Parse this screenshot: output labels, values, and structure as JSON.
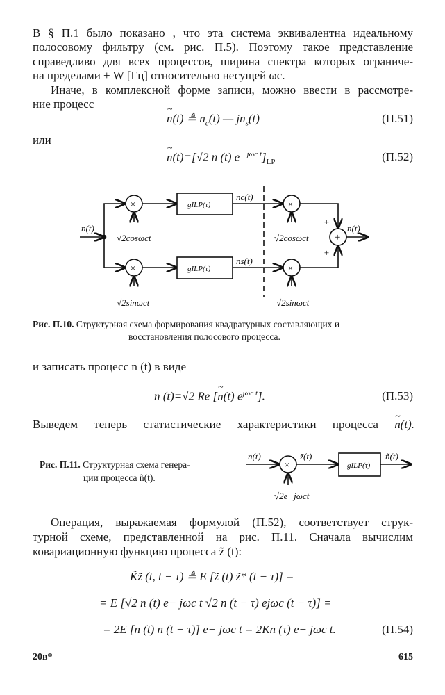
{
  "paragraph1": [
    "В § П.1 было показано , что эта система эквивалентна идеальному",
    "полосовому фильтру (см. рис. П.5). Поэтому такое представление",
    "справедливо для всех процессов, ширина спектра которых ограниче-",
    "на пределами ± W [Гц] относительно несущей ωc."
  ],
  "paragraph2": [
    "Иначе, в комплексной форме записи, можно ввести в рассмотре-",
    "ние процесс"
  ],
  "eq51": {
    "lhs": "n",
    "t1": "(t) ≜ n",
    "sub1": "c",
    "t2": "(t) — jn",
    "sub2": "s",
    "t3": "(t)",
    "number": "(П.51)"
  },
  "ili": "или",
  "eq52": {
    "lhs": "n",
    "t1": "(t)=[√2 n (t) e",
    "sup": "− jωc t",
    "t2": "]",
    "sub": "LP",
    "number": "(П.52)"
  },
  "fig10": {
    "input": "n(t)",
    "filter": "gILP(τ)",
    "nc": "nc(t)",
    "ns": "ns(t)",
    "cos": "√2cosωct",
    "sin": "√2sinωct",
    "output": "n(t)",
    "mult": "×",
    "sum": "+",
    "plus": "+",
    "caption_label": "Рис. П.10.",
    "caption_line1": "Структурная схема формирования квадратурных составляющих и",
    "caption_line2": "восстановления полосового процесса."
  },
  "paragraph3": "и записать процесс n (t) в виде",
  "eq53": {
    "lhs": "n (t)=√2 Re [",
    "n": "n",
    "t1": "(t) e",
    "sup": "jωc t",
    "t2": "].",
    "number": "(П.53)"
  },
  "paragraph4": {
    "text": "Выведем теперь статистические характеристики процесса",
    "var": "n",
    "t": "(t)."
  },
  "fig11": {
    "caption_label": "Рис. П.11.",
    "caption_line1": "Структурная схема генера-",
    "caption_line2": "ции процесса ñ(t).",
    "input": "n(t)",
    "z": "z̃(t)",
    "filter": "gILP(τ)",
    "output": "ñ(t)",
    "ref": "√2e−jωct",
    "mult": "×"
  },
  "paragraph5": [
    "Операция, выражаемая формулой (П.52), соответствует струк-",
    "турной схеме, представленной на рис. П.11. Сначала вычислим",
    "ковариационную функцию процесса z̃ (t):"
  ],
  "eq54": {
    "line1": "K̃z̃ (t, t − τ) ≜ E [z̃ (t) z̃* (t − τ)] =",
    "line2": "= E [√2 n (t) e− jωc t √2 n (t − τ) ejωc (t − τ)] =",
    "line3": "= 2E [n (t) n (t − τ)] e− jωc t = 2Kn (τ) e− jωc t.",
    "number": "(П.54)"
  },
  "footer": {
    "signature": "20в*",
    "page": "615"
  }
}
